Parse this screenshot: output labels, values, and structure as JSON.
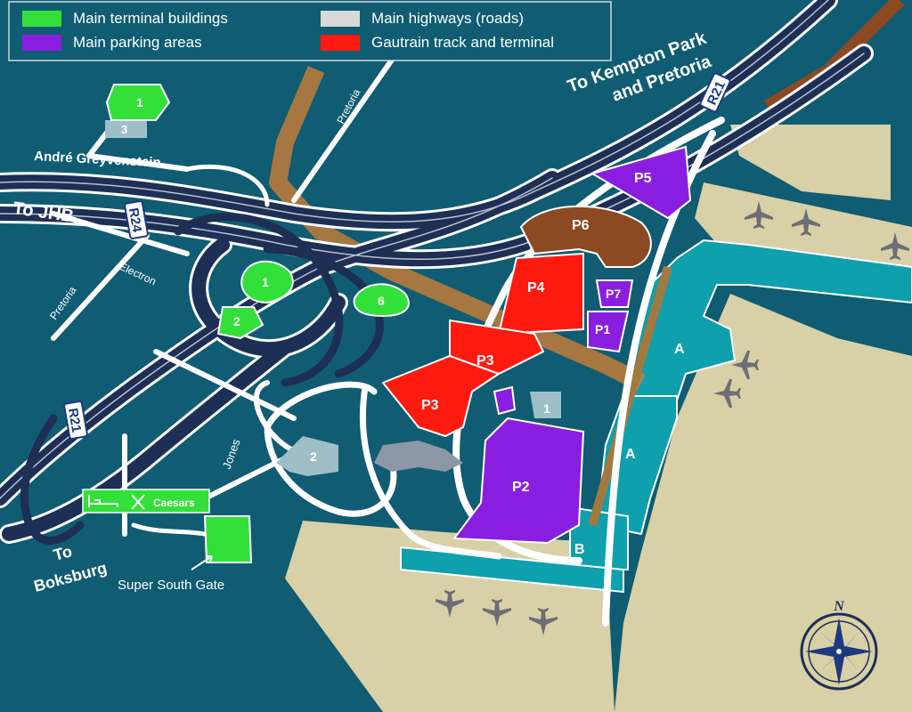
{
  "legend": {
    "items": [
      {
        "label": "Main terminal buildings",
        "color": "#33e03a"
      },
      {
        "label": "Main parking areas",
        "color": "#8a1ee0"
      },
      {
        "label": "Main highways (roads)",
        "color": "#d8d8d8"
      },
      {
        "label": "Gautrain track and terminal",
        "color": "#ff1a10"
      }
    ]
  },
  "colors": {
    "water": "#0f5c73",
    "airside": "#d8d0a6",
    "highway": "#1d2f55",
    "road": "#ffffff",
    "terminal_green": "#33e03a",
    "parking_purple": "#8a1ee0",
    "gautrain_red": "#ff1a10",
    "p6_brown": "#8b4a22",
    "pier_teal": "#0ea0ac",
    "gautrain_track": "#d98030",
    "building_grey": "#9fbfc7"
  },
  "directions": {
    "kempton": "To Kempton Park",
    "kempton2": "and Pretoria",
    "jhb": "To JHB",
    "boksburg1": "To",
    "boksburg2": "Boksburg"
  },
  "road_labels": {
    "greyvenstein": "André Greyvenstein",
    "pretoria_top": "Pretoria",
    "pretoria_left": "Pretoria",
    "electron": "Electron",
    "jones": "Jones",
    "super_south_gate": "Super South Gate",
    "caesars": "Caesars"
  },
  "shields": {
    "r21_top": "R21",
    "r24": "R24",
    "r21_left": "R21"
  },
  "parking": {
    "p1": "P1",
    "p2": "P2",
    "p3a": "P3",
    "p3b": "P3",
    "p4": "P4",
    "p5": "P5",
    "p6": "P6",
    "p7": "P7"
  },
  "buildings": {
    "b1_top": "1",
    "b3_top": "3",
    "b1_mid": "1",
    "b2_mid": "2",
    "b6_mid": "6",
    "b2_grey": "2",
    "b1_grey": "1"
  },
  "piers": {
    "a1": "A",
    "a2": "A",
    "b": "B"
  },
  "compass": {
    "north": "N"
  }
}
